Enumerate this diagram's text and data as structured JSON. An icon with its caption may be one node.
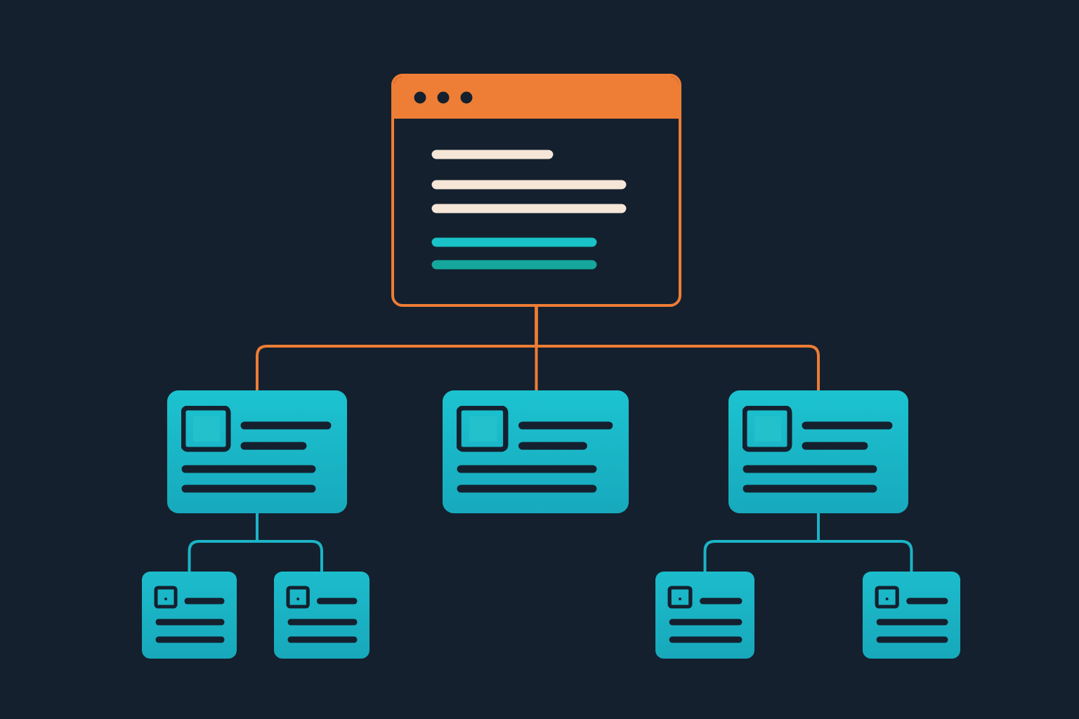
{
  "diagram": {
    "nodes": [
      {
        "text": [],
        "shape": "box"
      },
      {
        "text": [],
        "shape": "box"
      },
      {
        "text": [],
        "shape": "box"
      },
      {
        "text": [],
        "shape": "box"
      },
      {
        "text": [],
        "shape": "box"
      },
      {
        "text": [],
        "shape": "box"
      },
      {
        "text": [],
        "shape": "box"
      },
      {
        "text": [],
        "shape": "box"
      }
    ],
    "edges": [
      {
        "from": 0,
        "to": 1,
        "arrow": "none",
        "color": "#ee7d35"
      },
      {
        "from": 0,
        "to": 2,
        "arrow": "none",
        "color": "#ee7d35"
      },
      {
        "from": 0,
        "to": 3,
        "arrow": "none",
        "color": "#ee7d35"
      },
      {
        "from": 1,
        "to": 4,
        "arrow": "none"
      },
      {
        "from": 1,
        "to": 5,
        "arrow": "none"
      },
      {
        "from": 3,
        "to": 6,
        "arrow": "none"
      },
      {
        "from": 3,
        "to": 7,
        "arrow": "none"
      }
    ]
  }
}
